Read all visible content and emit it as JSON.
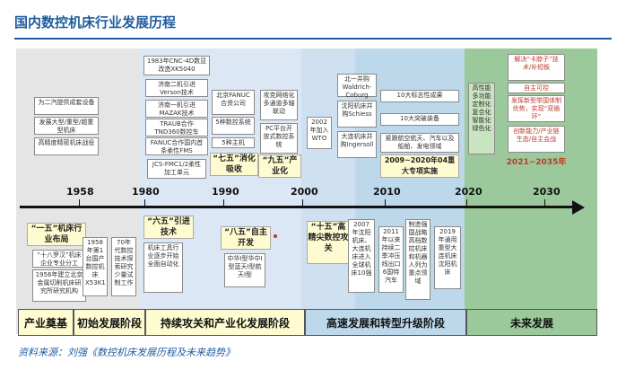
{
  "title": "国内数控机床行业发展历程",
  "source": "资料来源：刘强《数控机床发展历程及未来趋势》",
  "colors": {
    "band1": "#e5e5e5",
    "band2": "#dbe7f4",
    "band3": "#cfe0f0",
    "band4": "#bcd8ea",
    "band5": "#9bc99b",
    "timeline": "#111111",
    "tag_fill": "#fffbd1",
    "accent_red": "#c0392b",
    "title": "#1f5c9e"
  },
  "years": [
    "1958",
    "1980",
    "1990",
    "2000",
    "2010",
    "2020",
    "2030"
  ],
  "tags": {
    "p11": "“一五”机床行业布局",
    "p65": "“六五”引进技术",
    "p85": "“八五”自主开发",
    "p75": "“七五”消化吸收",
    "p95": "“九五”产业化",
    "p105": "“十五”高精尖数控攻关",
    "p0920": "2009~2020年04重大专项实施",
    "future": "2021~2035年"
  },
  "top_boxes": {
    "a1": "为二汽提供成套设备",
    "a2": "发展大型/重型/超重型机床",
    "a3": "高精度精密机床战役",
    "b1": "1983年CNC-4D数显改造XK5040",
    "b2": "济南二机引进Verson技术",
    "b3": "济南一机引进MAZAK技术",
    "b4": "TRAUB合作TND360数控车",
    "b5": "FANUC合作国内首条柔性FMS",
    "b6": "JCS-FMC1/2柔性加工单元",
    "c1": "北京FANUC合资公司",
    "c2": "5种数控系统",
    "c3": "5种主机",
    "d1": "攻克网络化多通道多轴联动",
    "d2": "PC平台开放式数控系统",
    "e1": "2002年加入WTO",
    "f1": "北一并购Waldrich-Coburg",
    "f2": "沈阳机床并购Schiess",
    "f3": "大连机床并购Ingersoll",
    "g1": "10大标志性成果",
    "g2": "10大突破装备",
    "g3": "紧跟航空航天、汽车以及船舶、发电领域",
    "h1": "高性能多功能定制化复合化智能化绿色化",
    "h2": "解决“卡脖子”技术/补短板",
    "h3": "自主可控",
    "h4": "发挥新型举国体制优势，实现“双循环”",
    "h5": "创新能力/产业链生态/自主会战"
  },
  "bottom_boxes": {
    "k1": "“十八罗汉”机床企业专业分工",
    "k2": "1956年建立北京金属切削机床研究所研究机构",
    "l1": "1958年第1台国产数控机床X53K1",
    "l2": "70年代数控技术探索研究少量试制工作",
    "m1": "机床工具行业逐步开始全面自动化",
    "n1": "中华I型华中I型蓝天I型航天I型",
    "o1": "2007年沈阳机床、大连机床进入全球机床10强",
    "o2": "2011年以来持续二季冲压线出口6国特汽车",
    "o3": "制造强国战略高档数控机床和机器人列为重点领域",
    "o4": "2019年通用重型大连机床沈阳机床"
  },
  "phases": [
    "产业奠基",
    "初始发展阶段",
    "持续攻关和产业化发展阶段",
    "高速发展和转型升级阶段",
    "未来发展"
  ]
}
